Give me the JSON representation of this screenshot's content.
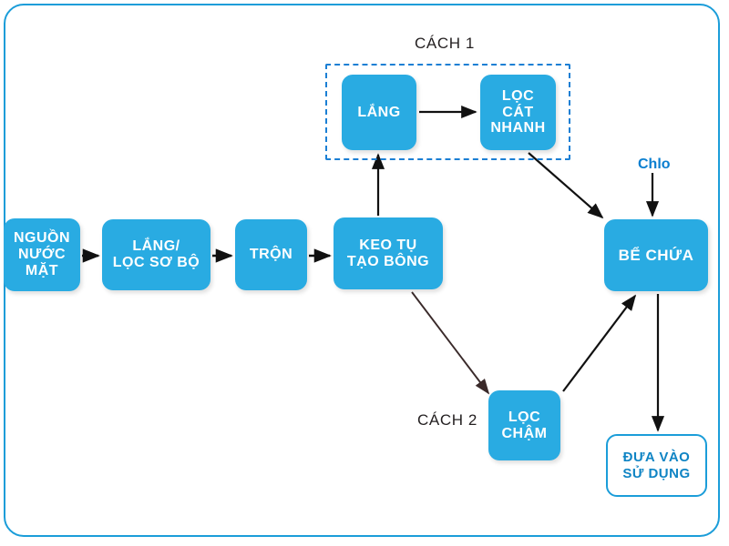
{
  "diagram": {
    "title_hidden": "",
    "colors": {
      "node_fill": "#29abe2",
      "node_text": "#ffffff",
      "outline_node_text": "#0f84c4",
      "frame_border": "#1b9dd9",
      "dashed_group": "#1b7fd4",
      "group_label_text": "#231f20",
      "chemical_label": "#0b7fd0",
      "arrow": "#111111"
    },
    "frame": {
      "type": "rounded-rectangle"
    },
    "nodes": [
      {
        "id": "source",
        "label": "NGUỒN\nNƯỚC\nMẶT",
        "style": "filled"
      },
      {
        "id": "pretreat",
        "label": "LẮNG/\nLỌC SƠ BỘ",
        "style": "filled"
      },
      {
        "id": "mix",
        "label": "TRỘN",
        "style": "filled"
      },
      {
        "id": "coag",
        "label": "KEO TỤ\nTẠO BÔNG",
        "style": "filled"
      },
      {
        "id": "settle",
        "label": "LẮNG",
        "style": "filled"
      },
      {
        "id": "rapid",
        "label": "LỌC\nCÁT\nNHANH",
        "style": "filled"
      },
      {
        "id": "tank",
        "label": "BỂ CHỨA",
        "style": "filled"
      },
      {
        "id": "slow",
        "label": "LỌC\nCHẬM",
        "style": "filled"
      },
      {
        "id": "use",
        "label": "ĐƯA VÀO\nSỬ DỤNG",
        "style": "outline"
      }
    ],
    "groups": [
      {
        "id": "cach1",
        "label": "CÁCH 1",
        "members": [
          "settle",
          "rapid"
        ],
        "border": "dashed"
      }
    ],
    "standalone_labels": [
      {
        "id": "cach2",
        "label": "CÁCH 2"
      },
      {
        "id": "chlo",
        "label": "Chlo"
      }
    ],
    "edges": [
      {
        "from": "source",
        "to": "pretreat"
      },
      {
        "from": "pretreat",
        "to": "mix"
      },
      {
        "from": "mix",
        "to": "coag"
      },
      {
        "from": "coag",
        "to": "settle"
      },
      {
        "from": "settle",
        "to": "rapid"
      },
      {
        "from": "rapid",
        "to": "tank"
      },
      {
        "from": "coag",
        "to": "slow"
      },
      {
        "from": "slow",
        "to": "tank"
      },
      {
        "from": "chlo",
        "to": "tank"
      },
      {
        "from": "tank",
        "to": "use"
      }
    ]
  }
}
